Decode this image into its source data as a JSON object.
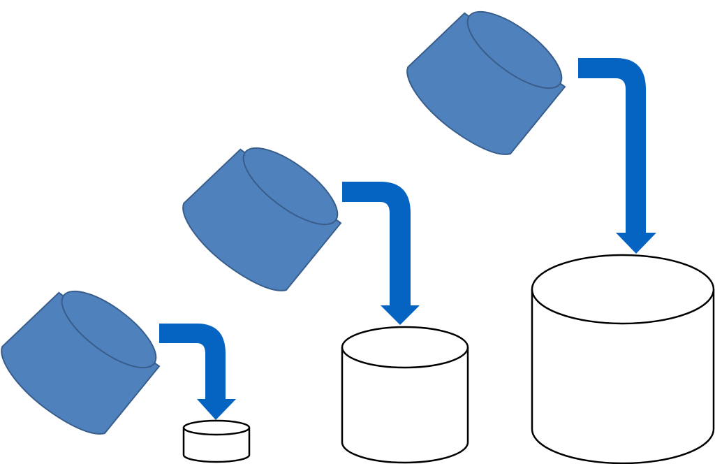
{
  "diagram": {
    "colors": {
      "background": "#ffffff",
      "source_fill": "#4f81bd",
      "source_stroke": "#385d8a",
      "arrow_fill": "#0563c1",
      "target_fill": "#ffffff",
      "target_stroke": "#000000"
    },
    "steps": [
      {
        "id": "small",
        "source": "tilted-cylinder",
        "arrow": "bent-down-arrow",
        "target": "cylinder"
      },
      {
        "id": "medium",
        "source": "tilted-cylinder",
        "arrow": "bent-down-arrow",
        "target": "cylinder"
      },
      {
        "id": "large",
        "source": "tilted-cylinder",
        "arrow": "bent-down-arrow",
        "target": "cylinder"
      }
    ]
  }
}
